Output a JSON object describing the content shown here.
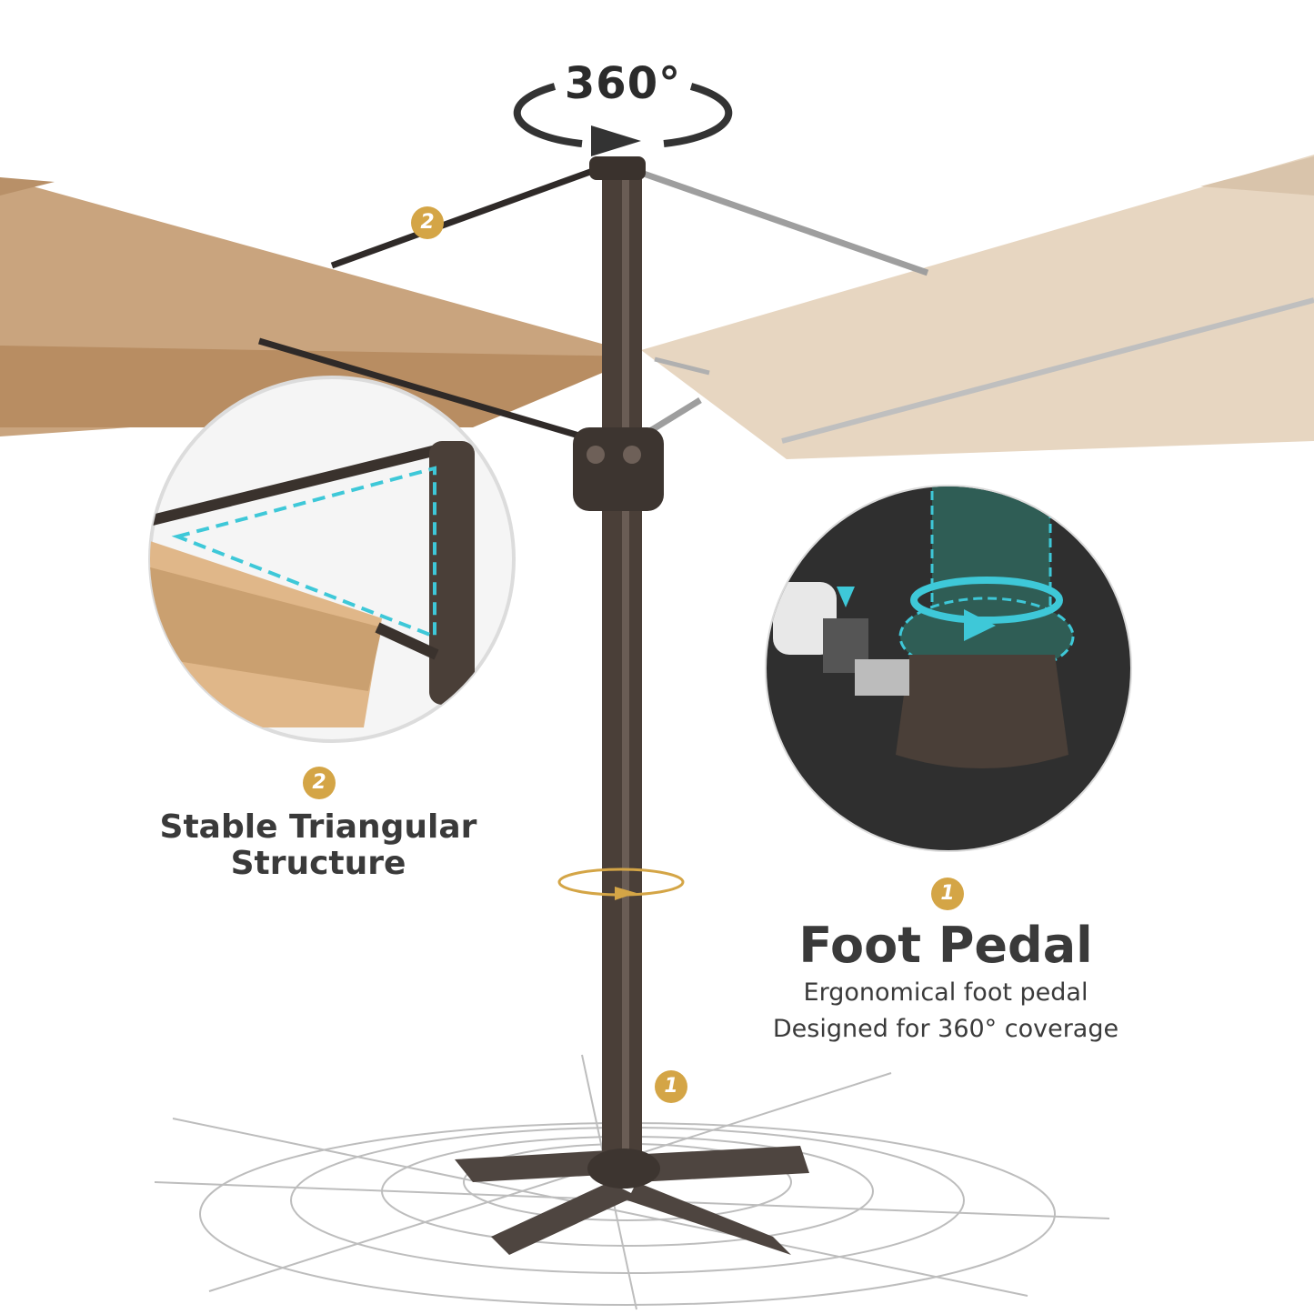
{
  "rotation_label": "360°",
  "features": [
    {
      "badge": "2",
      "title_line1": "Stable Triangular",
      "title_line2": "Structure"
    },
    {
      "badge": "1",
      "title": "Foot Pedal",
      "desc_line1": "Ergonomical foot pedal",
      "desc_line2": "Designed for 360° coverage"
    }
  ],
  "pole_badges": {
    "upper": "2",
    "lower": "1"
  },
  "colors": {
    "canopy_left": "#c9a47e",
    "canopy_right": "#e7d6c1",
    "pole": "#4a3f38",
    "badge": "#d4a546",
    "accent_cyan": "#3ec8d8"
  }
}
